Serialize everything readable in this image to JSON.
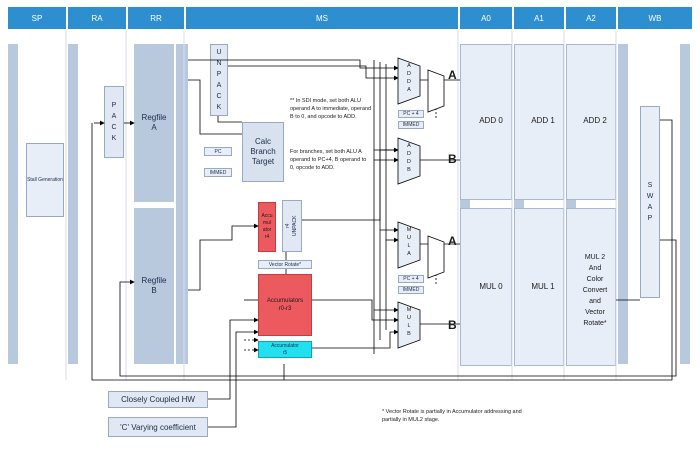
{
  "stages": {
    "sp": "SP",
    "ra": "RA",
    "rr": "RR",
    "ms": "MS",
    "a0": "A0",
    "a1": "A1",
    "a2": "A2",
    "wb": "WB"
  },
  "blocks": {
    "stall_generation": "Stall Generation",
    "pack": "P\nA\nC\nK",
    "regfile_a": "Regfile\nA",
    "regfile_b": "Regfile\nB",
    "unpack_top": "U\nN\nP\nA\nC\nK",
    "calc_branch_target": "Calc\nBranch\nTarget",
    "pc": "PC",
    "immed_1": "IMMED",
    "immed_2": "IMMED",
    "accumulator_r4": "Accu\nmul\nator\nr4",
    "r4_unpack": "r4\nUNPACK",
    "vector_rotate": "Vector Rotate*",
    "accumulators_r0_r3": "Accumulators\nr0-r3",
    "accumulator_r5": "Accumulator\nr5",
    "closely_coupled_hw": "Closely Coupled HW",
    "c_varying_coefficient": "'C' Varying coefficient",
    "add_a_mux": "A\nD\nD\nA",
    "add_b_mux": "A\nD\nD\nB",
    "mul_a_mux": "M\nU\nL\nA",
    "mul_b_mux": "M\nU\nL\nB",
    "pc4_1": "PC + 4",
    "immed_3": "IMMED",
    "pc4_2": "PC + 4",
    "immed_4": "IMMED",
    "add0": "ADD 0",
    "add1": "ADD 1",
    "add2": "ADD 2",
    "mul0": "MUL 0",
    "mul1": "MUL 1",
    "mul2": "MUL 2\nAnd\nColor\nConvert\nand\nVector\nRotate*",
    "swap": "S\nW\nA\nP"
  },
  "operand_labels": {
    "a_top": "A",
    "b_top": "B",
    "a_bottom": "A",
    "b_bottom": "B"
  },
  "notes": {
    "sdi_mode": "** In SDI mode, set both ALU operand A to immediate, operand B to 0, and opcode to ADD.",
    "branches": "For branches, set both ALU A operand to PC+4, B operand to 0, opcode to ADD.",
    "vector_rotate": "* Vector Rotate is partially in Accumulator addressing and partially in MUL2 stage."
  },
  "colors": {
    "header": "#2d8fd0",
    "band": "#b9c9dd",
    "lane": "#e8eef7",
    "accumulator_red": "#ec5a5f",
    "accumulator_cyan": "#22e0ee"
  }
}
